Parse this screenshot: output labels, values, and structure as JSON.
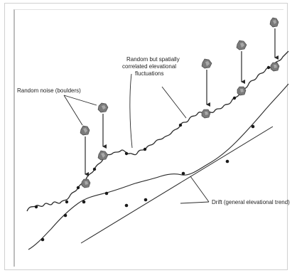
{
  "labels": {
    "random_noise": "Random noise (boulders)",
    "correlated_line1": "Random but spatially",
    "correlated_line2": "correlated elevational",
    "correlated_line3": "fluctuations",
    "drift": "Drift (general elevational trend)"
  },
  "colors": {
    "line": "#2a2a2a",
    "dot": "#1a1a1a",
    "boulder": "#6d6d6d"
  },
  "icons": {
    "boulder": "boulder-rock-icon",
    "arrow": "down-arrow-icon"
  }
}
